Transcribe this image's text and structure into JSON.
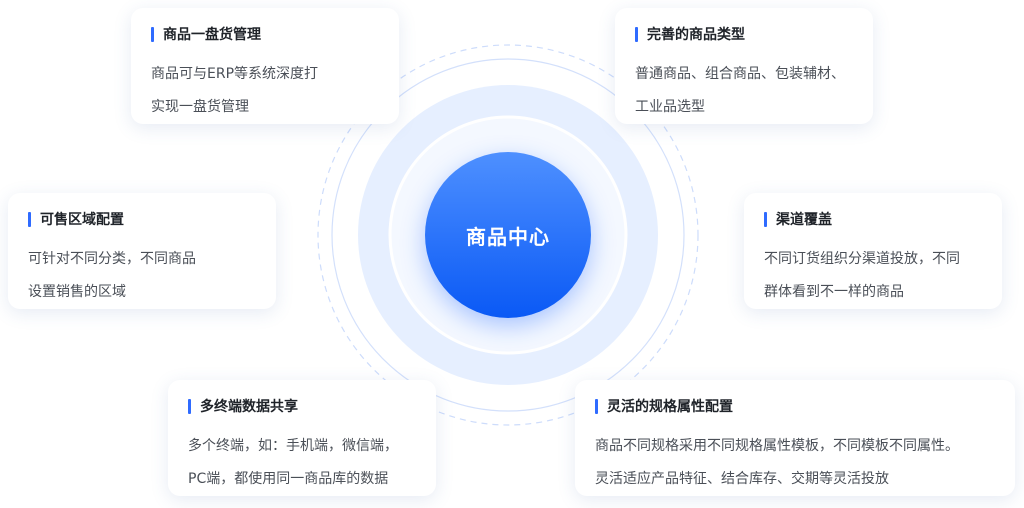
{
  "center": {
    "label": "商品中心"
  },
  "colors": {
    "accent": "#2f6bff",
    "center_top": "#4e90ff",
    "center_bottom": "#0a59f5",
    "ring_fill": "#e6efff",
    "ring_stroke": "#cddcfb",
    "title": "#1f2329",
    "body": "#4a4f57"
  },
  "cards": [
    {
      "title": "商品一盘货管理",
      "lines": [
        "商品可与ERP等系统深度打",
        "实现一盘货管理"
      ]
    },
    {
      "title": "完善的商品类型",
      "lines": [
        "普通商品、组合商品、包装辅材、",
        "工业品选型"
      ]
    },
    {
      "title": "可售区域配置",
      "lines": [
        "可针对不同分类，不同商品",
        "设置销售的区域"
      ]
    },
    {
      "title": "渠道覆盖",
      "lines": [
        "不同订货组织分渠道投放，不同",
        "群体看到不一样的商品"
      ]
    },
    {
      "title": "多终端数据共享",
      "lines": [
        "多个终端，如：手机端，微信端，",
        "PC端，都使用同一商品库的数据"
      ]
    },
    {
      "title": "灵活的规格属性配置",
      "lines": [
        "商品不同规格采用不同规格属性模板，不同模板不同属性。",
        "灵活适应产品特征、结合库存、交期等灵活投放"
      ]
    }
  ]
}
